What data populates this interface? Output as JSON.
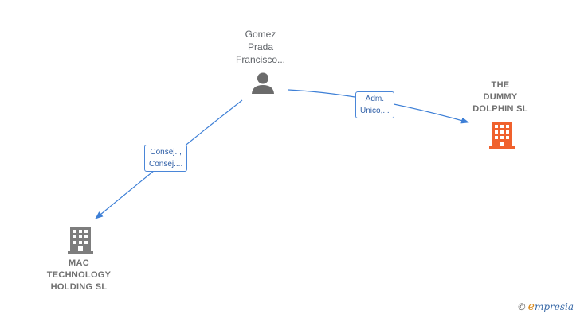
{
  "nodes": {
    "person": {
      "lines": [
        "Gomez",
        "Prada",
        "Francisco..."
      ]
    },
    "dummy": {
      "lines": [
        "THE",
        "DUMMY",
        "DOLPHIN  SL"
      ]
    },
    "mac": {
      "lines": [
        "MAC",
        "TECHNOLOGY",
        "HOLDING  SL"
      ]
    }
  },
  "edges": {
    "to_dummy": {
      "lines": [
        "Adm.",
        "Unico,..."
      ]
    },
    "to_mac": {
      "lines": [
        "Consej. ,",
        "Consej...."
      ]
    }
  },
  "colors": {
    "edge": "#3d7fd6",
    "company_main": "#f0612d",
    "company_other": "#7d7d7d",
    "person": "#6b6b6b"
  },
  "footer": {
    "copyright": "©",
    "brand_initial": "e",
    "brand_rest": "mpresia"
  }
}
